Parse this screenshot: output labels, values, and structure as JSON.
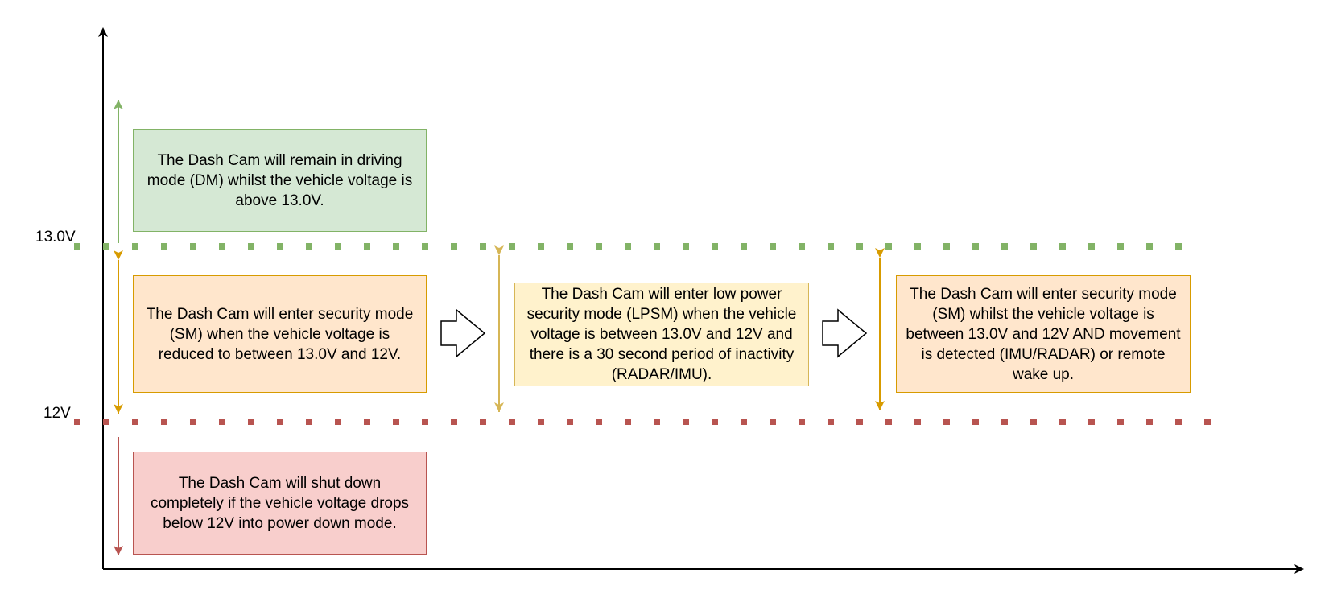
{
  "levels": {
    "upper": "13.0V",
    "lower": "12V"
  },
  "boxes": {
    "driving": "The Dash Cam will remain in driving mode (DM) whilst the vehicle voltage is above 13.0V.",
    "security_enter": "The Dash Cam will enter security mode (SM) when the vehicle voltage is reduced to between 13.0V and 12V.",
    "low_power": "The Dash Cam will enter low power security mode (LPSM) when the vehicle voltage is between 13.0V and 12V and there is a 30 second period of inactivity (RADAR/IMU).",
    "security_wake": "The Dash Cam will enter security mode (SM) whilst the vehicle voltage is between 13.0V and 12V AND movement is detected (IMU/RADAR) or remote wake up.",
    "shutdown": "The Dash Cam will shut down completely if the vehicle voltage drops below 12V into power down mode."
  },
  "colors": {
    "green_fill": "#d5e8d4",
    "green_stroke": "#82b366",
    "orange_fill": "#ffe6cc",
    "orange_stroke": "#d79b00",
    "yellow_fill": "#fff2cc",
    "yellow_stroke": "#d6b656",
    "red_fill": "#f8cecc",
    "red_stroke": "#b85450"
  }
}
